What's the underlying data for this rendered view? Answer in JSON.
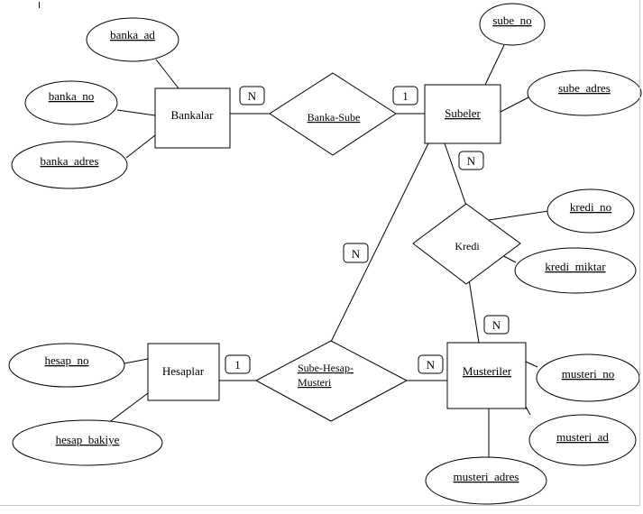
{
  "diagram": {
    "entities": [
      {
        "id": "bankalar",
        "label": "Bankalar"
      },
      {
        "id": "subeler",
        "label": "Subeler"
      },
      {
        "id": "hesaplar",
        "label": "Hesaplar"
      },
      {
        "id": "musteriler",
        "label": "Musteriler"
      }
    ],
    "relationships": [
      {
        "id": "banka-sube",
        "label": "Banka-Sube"
      },
      {
        "id": "kredi",
        "label": "Kredi"
      },
      {
        "id": "sube-hesap-musteri",
        "lines": [
          "Sube-Hesap-",
          "Musteri"
        ]
      }
    ],
    "attributes": [
      {
        "id": "banka_ad",
        "label": "banka_ad"
      },
      {
        "id": "banka_no",
        "label": "banka_no"
      },
      {
        "id": "banka_adres",
        "label": "banka_adres"
      },
      {
        "id": "sube_no",
        "label": "sube_no"
      },
      {
        "id": "sube_adres",
        "label": "sube_adres"
      },
      {
        "id": "kredi_no",
        "label": "kredi_no"
      },
      {
        "id": "kredi_miktar",
        "label": "kredi_miktar"
      },
      {
        "id": "hesap_no",
        "label": "hesap_no"
      },
      {
        "id": "hesap_bakiye",
        "label": "hesap_bakiye"
      },
      {
        "id": "musteri_no",
        "label": "musteri_no"
      },
      {
        "id": "musteri_ad",
        "label": "musteri_ad"
      },
      {
        "id": "musteri_adres",
        "label": "musteri_adres"
      }
    ],
    "cardinalities": [
      {
        "id": "card-bankalar-bankasube",
        "label": "N"
      },
      {
        "id": "card-subeler-bankasube",
        "label": "1"
      },
      {
        "id": "card-subeler-kredi",
        "label": "N"
      },
      {
        "id": "card-musteriler-kredi",
        "label": "N"
      },
      {
        "id": "card-subeler-shm",
        "label": "N"
      },
      {
        "id": "card-hesaplar-shm",
        "label": "1"
      },
      {
        "id": "card-musteriler-shm",
        "label": "N"
      }
    ]
  }
}
